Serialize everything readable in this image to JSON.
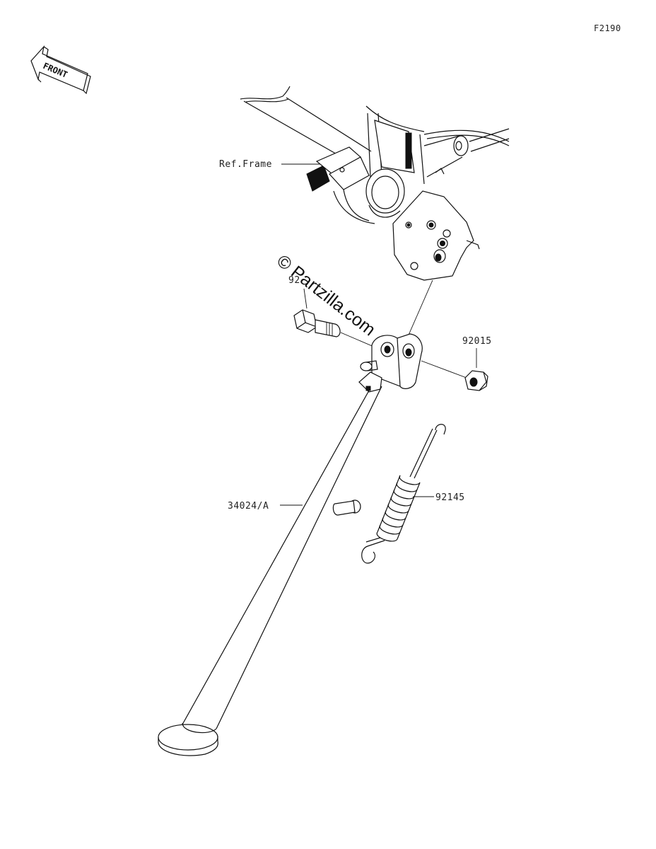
{
  "figure_code": "F2190",
  "front_indicator": "FRONT",
  "watermark": "© Partzilla.com",
  "labels": {
    "ref_frame": "Ref.Frame",
    "bolt": "92",
    "nut": "92015",
    "spring": "92145",
    "stand": "34024/A"
  },
  "colors": {
    "line": "#111111",
    "background": "#ffffff"
  }
}
